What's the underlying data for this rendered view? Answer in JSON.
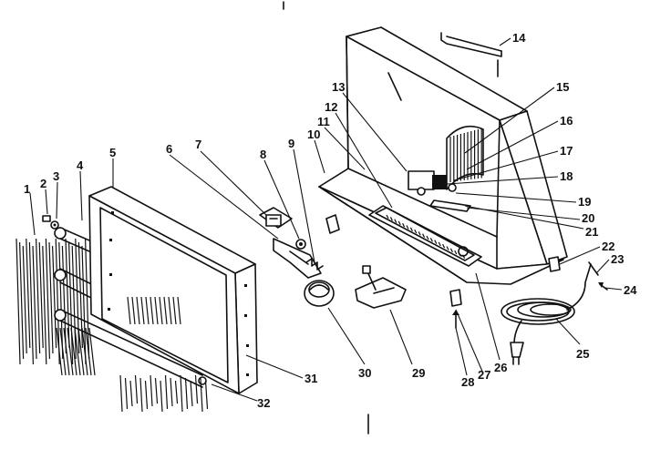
{
  "diagram": {
    "callouts": [
      {
        "num": "1"
      },
      {
        "num": "2"
      },
      {
        "num": "3"
      },
      {
        "num": "4"
      },
      {
        "num": "5"
      },
      {
        "num": "6"
      },
      {
        "num": "7"
      },
      {
        "num": "8"
      },
      {
        "num": "9"
      },
      {
        "num": "10"
      },
      {
        "num": "11"
      },
      {
        "num": "12"
      },
      {
        "num": "13"
      },
      {
        "num": "14"
      },
      {
        "num": "15"
      },
      {
        "num": "16"
      },
      {
        "num": "17"
      },
      {
        "num": "18"
      },
      {
        "num": "19"
      },
      {
        "num": "20"
      },
      {
        "num": "21"
      },
      {
        "num": "22"
      },
      {
        "num": "23"
      },
      {
        "num": "24"
      },
      {
        "num": "25"
      },
      {
        "num": "26"
      },
      {
        "num": "27"
      },
      {
        "num": "28"
      },
      {
        "num": "29"
      },
      {
        "num": "30"
      },
      {
        "num": "31"
      },
      {
        "num": "32"
      }
    ]
  }
}
